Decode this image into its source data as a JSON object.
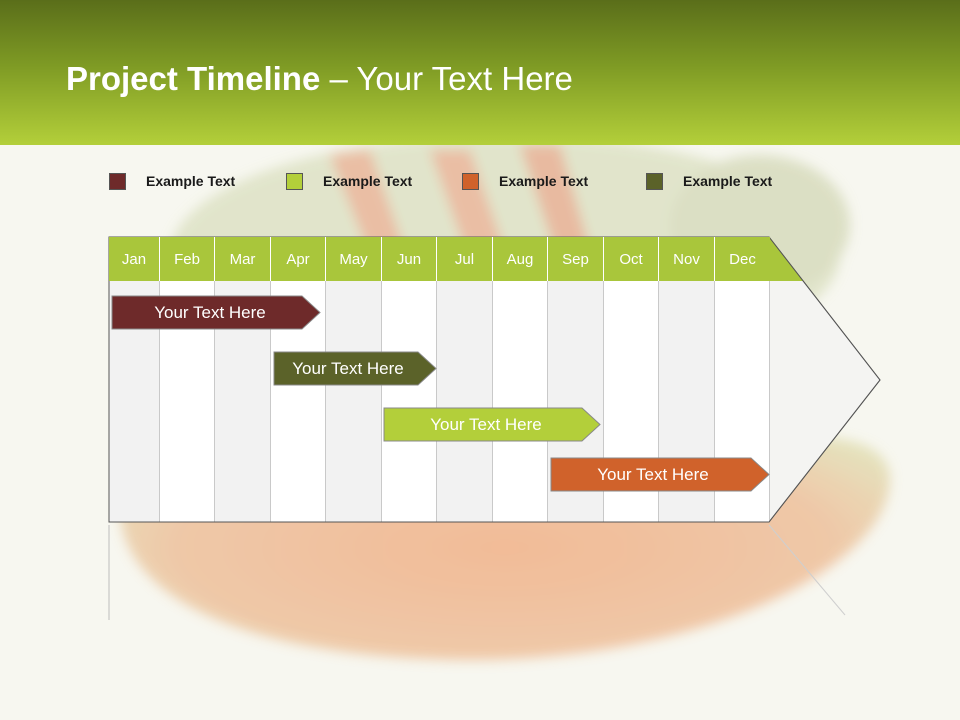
{
  "title": {
    "bold": "Project Timeline",
    "rest": " – Your Text Here"
  },
  "legend": [
    {
      "label": "Example Text",
      "color": "#6e2a2a"
    },
    {
      "label": "Example Text",
      "color": "#b3cf3a"
    },
    {
      "label": "Example Text",
      "color": "#d0622b"
    },
    {
      "label": "Example Text",
      "color": "#5b6229"
    }
  ],
  "months": [
    "Jan",
    "Feb",
    "Mar",
    "Apr",
    "May",
    "Jun",
    "Jul",
    "Aug",
    "Sep",
    "Oct",
    "Nov",
    "Dec"
  ],
  "tasks": [
    {
      "label": "Your  Text Here",
      "color": "#6e2a2a"
    },
    {
      "label": "Your  Text Here",
      "color": "#5b6229"
    },
    {
      "label": "Your  Text Here",
      "color": "#b3cf3a"
    },
    {
      "label": "Your  Text Here",
      "color": "#d0622b"
    }
  ],
  "colors": {
    "header_dark": "#5a6e1a",
    "header_light": "#b3cf3a",
    "month_header": "#a9c63b"
  }
}
